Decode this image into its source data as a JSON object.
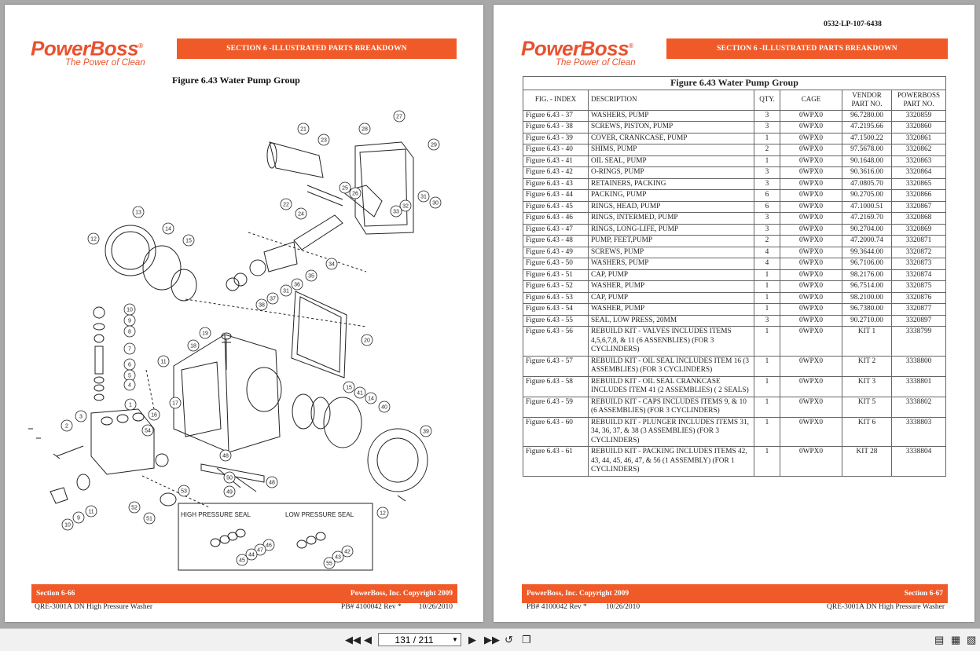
{
  "left_page": {
    "logo_brand": "PowerBoss",
    "logo_reg": "®",
    "logo_tagline": "The Power of Clean",
    "section_title": "SECTION 6 -ILLUSTRATED PARTS BREAKDOWN",
    "figure_title": "Figure 6.43 Water Pump Group",
    "seal_label_high": "HIGH PRESSURE SEAL",
    "seal_label_low": "LOW PRESSURE SEAL",
    "footer_left": "Section 6-66",
    "footer_right": "PowerBoss, Inc. Copyright 2009",
    "sub_model": "QRE-3001A DN High Pressure Washer",
    "sub_pb": "PB# 4100042  Rev *",
    "sub_date": "10/26/2010",
    "callouts": [
      "21",
      "28",
      "27",
      "23",
      "29",
      "25",
      "26",
      "22",
      "24",
      "32",
      "33",
      "31",
      "30",
      "13",
      "14",
      "15",
      "12",
      "34",
      "35",
      "36",
      "31",
      "37",
      "38",
      "10",
      "9",
      "8",
      "7",
      "6",
      "5",
      "4",
      "11",
      "19",
      "18",
      "20",
      "15",
      "41",
      "14",
      "40",
      "17",
      "16",
      "1",
      "3",
      "2",
      "54",
      "39",
      "48",
      "50",
      "49",
      "48",
      "53",
      "52",
      "51",
      "11",
      "10",
      "9",
      "12",
      "46",
      "47",
      "44",
      "45",
      "42",
      "43",
      "55"
    ]
  },
  "right_page": {
    "doc_number": "0532-LP-107-6438",
    "logo_brand": "PowerBoss",
    "logo_reg": "®",
    "logo_tagline": "The Power of Clean",
    "section_title": "SECTION 6 -ILLUSTRATED PARTS BREAKDOWN",
    "table_caption": "Figure 6.43 Water Pump Group",
    "headers": {
      "fig_index": "FIG. - INDEX",
      "description": "DESCRIPTION",
      "qty": "QTY.",
      "cage": "CAGE",
      "vendor": "VENDOR PART NO.",
      "powerboss": "POWERBOSS PART NO."
    },
    "rows": [
      [
        "Figure 6.43 - 37",
        "WASHERS, PUMP",
        "3",
        "0WPX0",
        "96.7280.00",
        "3320859"
      ],
      [
        "Figure 6.43 - 38",
        "SCREWS, PISTON, PUMP",
        "3",
        "0WPX0",
        "47.2195.66",
        "3320860"
      ],
      [
        "Figure 6.43 - 39",
        "COVER, CRANKCASE, PUMP",
        "1",
        "0WPX0",
        "47.1500.22",
        "3320861"
      ],
      [
        "Figure 6.43 - 40",
        "SHIMS, PUMP",
        "2",
        "0WPX0",
        "97.5678.00",
        "3320862"
      ],
      [
        "Figure 6.43 - 41",
        "OIL SEAL, PUMP",
        "1",
        "0WPX0",
        "90.1648.00",
        "3320863"
      ],
      [
        "Figure 6.43 - 42",
        "O-RINGS, PUMP",
        "3",
        "0WPX0",
        "90.3616.00",
        "3320864"
      ],
      [
        "Figure 6.43 - 43",
        "RETAINERS, PACKING",
        "3",
        "0WPX0",
        "47.0805.70",
        "3320865"
      ],
      [
        "Figure 6.43 - 44",
        "PACKING, PUMP",
        "6",
        "0WPX0",
        "90.2705.00",
        "3320866"
      ],
      [
        "Figure 6.43 - 45",
        "RINGS, HEAD, PUMP",
        "6",
        "0WPX0",
        "47.1000.51",
        "3320867"
      ],
      [
        "Figure 6.43 - 46",
        "RINGS, INTERMED, PUMP",
        "3",
        "0WPX0",
        "47.2169.70",
        "3320868"
      ],
      [
        "Figure 6.43 - 47",
        "RINGS, LONG-LIFE, PUMP",
        "3",
        "0WPX0",
        "90.2704.00",
        "3320869"
      ],
      [
        "Figure 6.43 - 48",
        "PUMP, FEET,PUMP",
        "2",
        "0WPX0",
        "47.2000.74",
        "3320871"
      ],
      [
        "Figure 6.43 - 49",
        "SCREWS, PUMP",
        "4",
        "0WPX0",
        "99.3644.00",
        "3320872"
      ],
      [
        "Figure 6.43 - 50",
        "WASHERS, PUMP",
        "4",
        "0WPX0",
        "96.7106.00",
        "3320873"
      ],
      [
        "Figure 6.43 - 51",
        "CAP, PUMP",
        "1",
        "0WPX0",
        "98.2176.00",
        "3320874"
      ],
      [
        "Figure 6.43 - 52",
        "WASHER, PUMP",
        "1",
        "0WPX0",
        "96.7514.00",
        "3320875"
      ],
      [
        "Figure 6.43 - 53",
        "CAP, PUMP",
        "1",
        "0WPX0",
        "98.2100.00",
        "3320876"
      ],
      [
        "Figure 6.43 - 54",
        "WASHER, PUMP",
        "1",
        "0WPX0",
        "96.7380.00",
        "3320877"
      ],
      [
        "Figure 6.43 - 55",
        "SEAL, LOW PRESS, 20MM",
        "3",
        "0WPX0",
        "90.2710.00",
        "3320897"
      ],
      [
        "Figure 6.43 - 56",
        "REBUILD KIT  - VALVES INCLUDES ITEMS 4,5,6,7,8, & 11 (6 ASSENBLIES) (FOR 3 CYCLINDERS)",
        "1",
        "0WPX0",
        "KIT 1",
        "3338799"
      ],
      [
        "Figure 6.43 - 57",
        "REBUILD KIT  - OIL SEAL INCLUDES ITEM 16 (3 ASSEMBLIES) (FOR 3 CYCLINDERS)",
        "1",
        "0WPX0",
        "KIT 2",
        "3338800"
      ],
      [
        "Figure 6.43 - 58",
        "REBUILD KIT - OIL SEAL CRANKCASE INCLUDES ITEM 41 (2 ASSEMBLIES)  ( 2 SEALS)",
        "1",
        "0WPX0",
        "KIT 3",
        "3338801"
      ],
      [
        "Figure 6.43 - 59",
        "REBUILD KIT - CAPS INCLUDES ITEMS 9, & 10 (6 ASSEMBLIES) (FOR 3 CYCLINDERS)",
        "1",
        "0WPX0",
        "KIT 5",
        "3338802"
      ],
      [
        "Figure 6.43 - 60",
        "REBUILD KIT - PLUNGER  INCLUDES ITEMS 31, 34, 36, 37, & 38 (3 ASSEMBLIES) (FOR 3 CYCLINDERS)",
        "1",
        "0WPX0",
        "KIT 6",
        "3338803"
      ],
      [
        "Figure 6.43 - 61",
        "REBUILD KIT - PACKING INCLUDES ITEMS 42, 43, 44, 45, 46, 47, & 56 (1 ASSEMBLY) (FOR 1 CYCLINDERS)",
        "1",
        "0WPX0",
        "KIT 28",
        "3338804"
      ]
    ],
    "footer_left": "PowerBoss, Inc. Copyright 2009",
    "footer_right": "Section 6-67",
    "sub_pb": "PB# 4100042  Rev *",
    "sub_date": "10/26/2010",
    "sub_model": "QRE-3001A DN High Pressure Washer"
  },
  "toolbar": {
    "page_indicator": "131 / 211",
    "icons": [
      "first-page-icon",
      "prev-page-icon",
      "next-page-icon",
      "last-page-icon",
      "rotate-icon",
      "two-page-icon",
      "single-page-view-icon",
      "continuous-view-icon",
      "facing-view-icon"
    ]
  }
}
